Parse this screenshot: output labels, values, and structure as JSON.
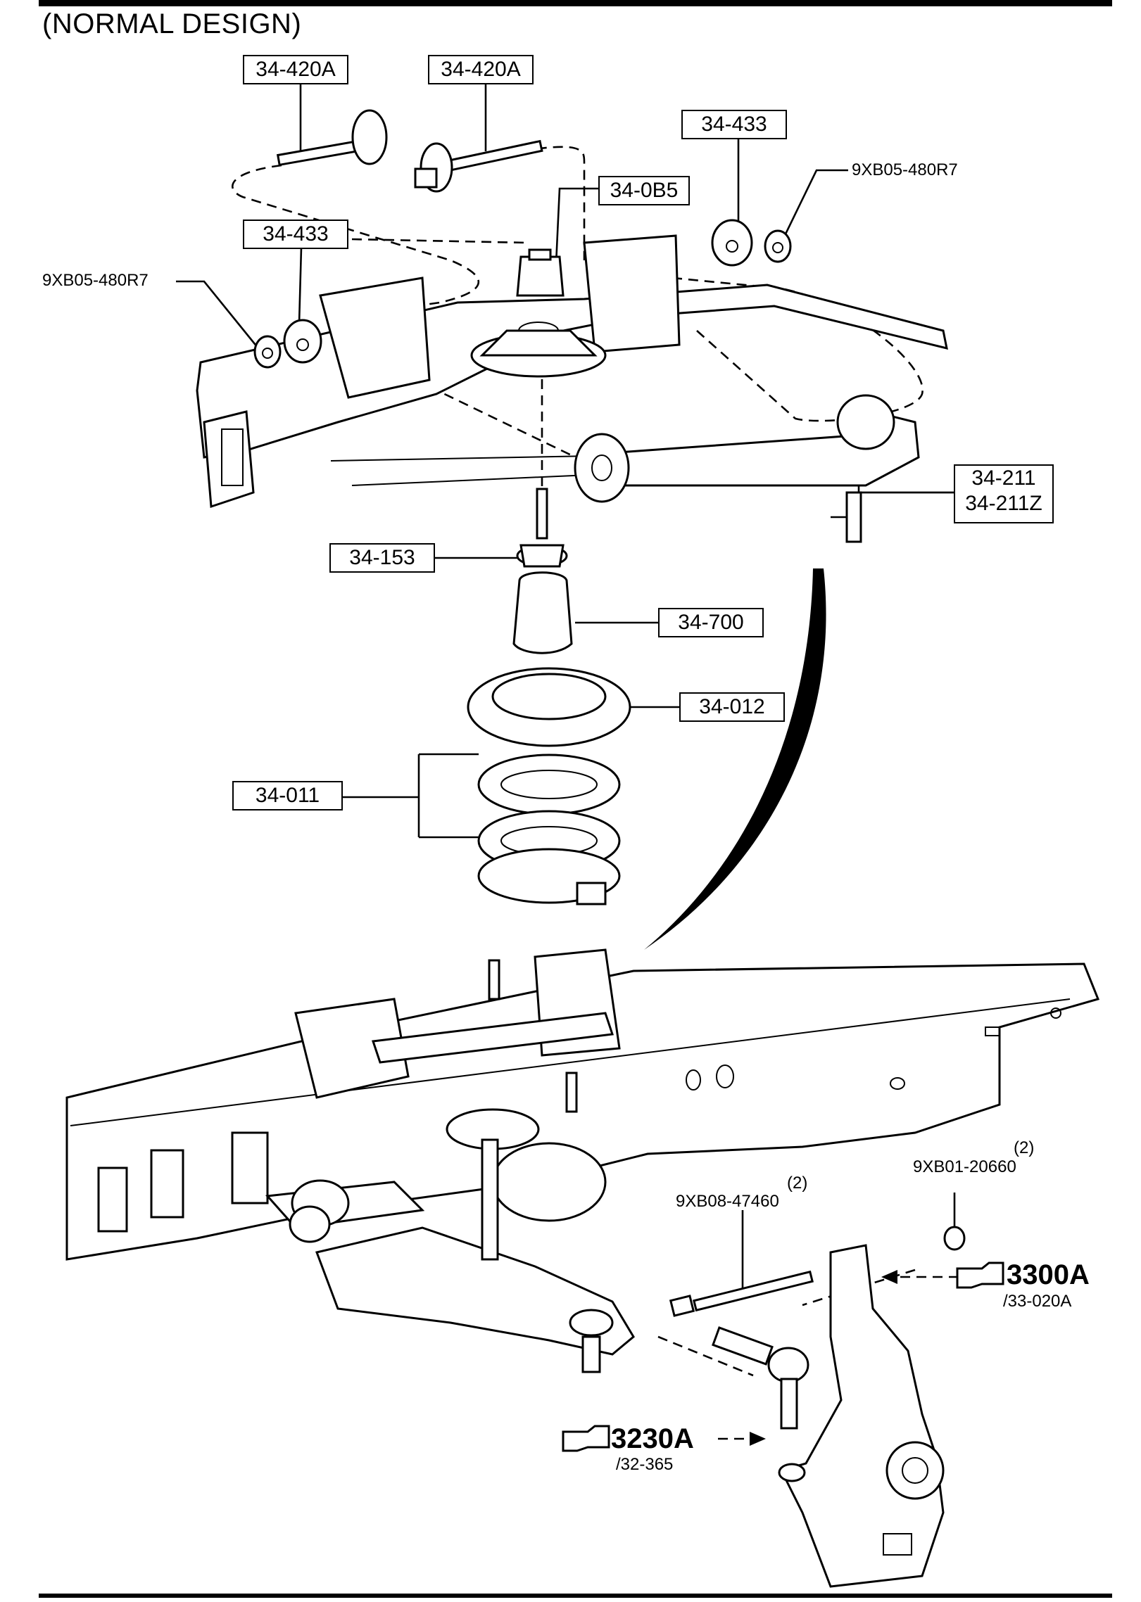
{
  "title": "(NORMAL DESIGN)",
  "callouts": {
    "c1": "34-420A",
    "c2": "34-420A",
    "c3": "34-433",
    "c4": "34-0B5",
    "c5": "34-433",
    "c6": "34-211",
    "c6b": "34-211Z",
    "c7": "34-153",
    "c8": "34-700",
    "c9": "34-012",
    "c10": "34-011"
  },
  "labels": {
    "hw1": "9XB05-480R7",
    "hw2": "9XB05-480R7",
    "hw3": "9XB08-47460",
    "hw3_qty": "(2)",
    "hw4": "9XB01-20660",
    "hw4_qty": "(2)"
  },
  "refs": {
    "r1": "3300A",
    "r1_sub": "/33-020A",
    "r2": "3230A",
    "r2_sub": "/32-365"
  },
  "icons": [
    "pointing-hand-icon"
  ]
}
